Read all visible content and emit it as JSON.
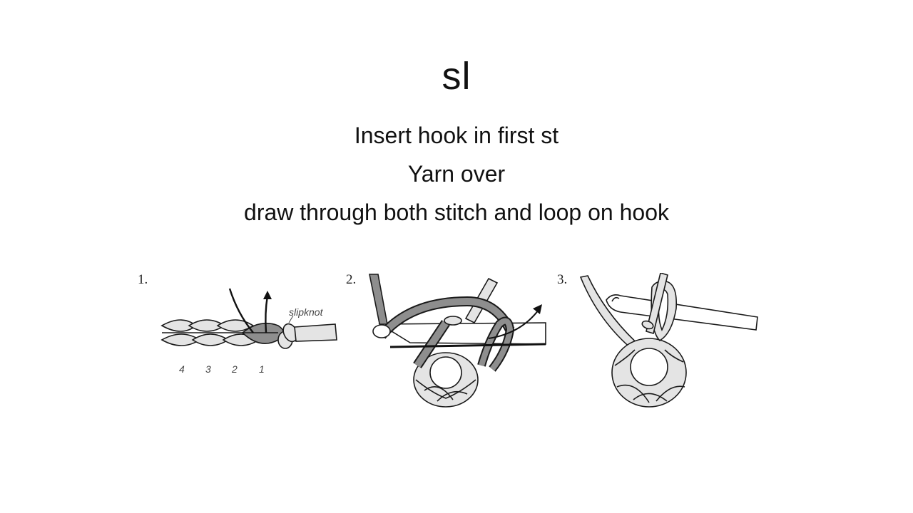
{
  "slide": {
    "title": "sl",
    "lines": [
      "Insert hook in first st",
      "Yarn over",
      "draw through both stitch and loop on hook"
    ]
  },
  "figures": [
    {
      "number": "1.",
      "callout": "slipknot",
      "chain_labels": [
        "4",
        "3",
        "2",
        "1"
      ]
    },
    {
      "number": "2."
    },
    {
      "number": "3."
    }
  ],
  "colors": {
    "yarn_light": "#e4e4e4",
    "yarn_dark": "#8e8e8e",
    "outline": "#1a1a1a"
  }
}
